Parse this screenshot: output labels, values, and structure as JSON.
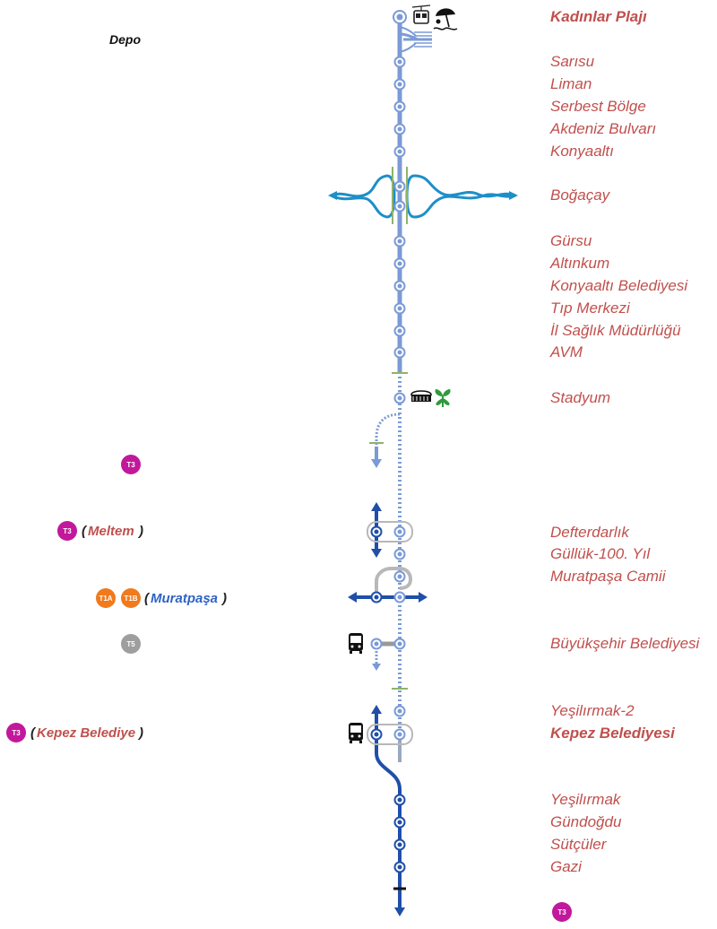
{
  "colors": {
    "line_light": "#7b9ad6",
    "line_dark": "#1f4fa8",
    "river": "#1d8fc9",
    "station_text": "#c0504d",
    "t3": "#c2189b",
    "t1": "#f07a1c",
    "t5": "#9e9e9e",
    "muratpasa_text": "#2f63c4"
  },
  "depot_label": "Depo",
  "stations": [
    {
      "name": "Kadınlar Plajı",
      "bold": true
    },
    {
      "name": "Sarısu"
    },
    {
      "name": "Liman"
    },
    {
      "name": "Serbest Bölge"
    },
    {
      "name": "Akdeniz Bulvarı"
    },
    {
      "name": "Konyaaltı"
    },
    {
      "name": "Boğaçay"
    },
    {
      "name": "Gürsu"
    },
    {
      "name": "Altınkum"
    },
    {
      "name": "Konyaaltı Belediyesi"
    },
    {
      "name": "Tıp Merkezi"
    },
    {
      "name": "İl Sağlık Müdürlüğü"
    },
    {
      "name": "AVM"
    },
    {
      "name": "Stadyum"
    },
    {
      "name": "Defterdarlık"
    },
    {
      "name": "Güllük-100. Yıl"
    },
    {
      "name": "Muratpaşa Camii"
    },
    {
      "name": "Büyükşehir Belediyesi"
    },
    {
      "name": "Yeşilırmak-2"
    },
    {
      "name": "Kepez Belediyesi",
      "bold": true
    },
    {
      "name": "Yeşilırmak"
    },
    {
      "name": "Gündoğdu"
    },
    {
      "name": "Sütçüler"
    },
    {
      "name": "Gazi"
    }
  ],
  "connections": {
    "t3_stadyum": {
      "badge": "T3"
    },
    "t3_meltem": {
      "badge": "T3",
      "station": "Meltem"
    },
    "t1_muratpasa": {
      "badges": [
        "T1A",
        "T1B"
      ],
      "station": "Muratpaşa"
    },
    "t5_buyuksehir": {
      "badge": "T5"
    },
    "t3_kepez": {
      "badge": "T3",
      "station": "Kepez Belediye"
    },
    "t3_end": {
      "badge": "T3"
    }
  },
  "icons": [
    "cable-car-icon",
    "beach-umbrella-icon",
    "stadium-icon",
    "park-icon",
    "bus-icon",
    "bus-icon"
  ]
}
